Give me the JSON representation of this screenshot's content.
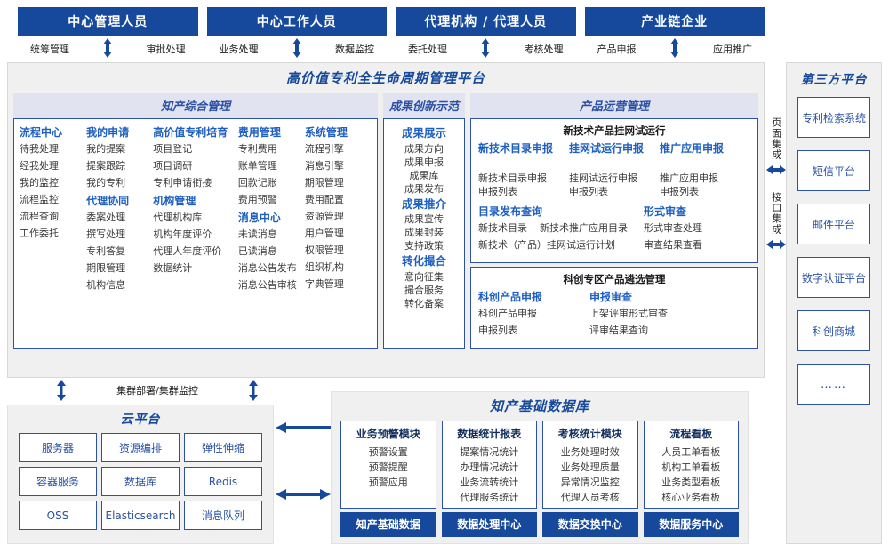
{
  "roles": [
    {
      "title": "中心管理人员",
      "left": "统筹管理",
      "right": "审批处理"
    },
    {
      "title": "中心工作人员",
      "left": "业务处理",
      "right": "数据监控"
    },
    {
      "title": "代理机构 / 代理人员",
      "left": "委托处理",
      "right": "考核处理"
    },
    {
      "title": "产业链企业",
      "left": "产品申报",
      "right": "应用推广"
    }
  ],
  "platform": {
    "title": "高价值专利全生命周期管理平台",
    "sections": {
      "zhichan": {
        "header": "知产综合管理",
        "columns": [
          {
            "groups": [
              {
                "title": "流程中心",
                "items": [
                  "待我处理",
                  "经我处理",
                  "我的监控",
                  "流程监控",
                  "流程查询",
                  "工作委托"
                ]
              }
            ]
          },
          {
            "groups": [
              {
                "title": "我的申请",
                "items": [
                  "我的提案",
                  "提案跟踪",
                  "我的专利"
                ]
              },
              {
                "title": "代理协同",
                "items": [
                  "委案处理",
                  "撰写处理",
                  "专利答复",
                  "期限管理",
                  "机构信息"
                ]
              }
            ]
          },
          {
            "groups": [
              {
                "title": "高价值专利培育",
                "items": [
                  "项目登记",
                  "项目调研",
                  "专利申请衔接"
                ]
              },
              {
                "title": "机构管理",
                "items": [
                  "代理机构库",
                  "机构年度评价",
                  "代理人年度评价",
                  "数据统计"
                ]
              }
            ]
          },
          {
            "groups": [
              {
                "title": "费用管理",
                "items": [
                  "专利费用",
                  "账单管理",
                  "回款记账",
                  "费用预警"
                ]
              },
              {
                "title": "消息中心",
                "items": [
                  "未读消息",
                  "已读消息",
                  "消息公告发布",
                  "消息公告审核"
                ]
              }
            ]
          },
          {
            "groups": [
              {
                "title": "系统管理",
                "items": [
                  "流程引擎",
                  "消息引擎",
                  "期限管理",
                  "费用配置",
                  "资源管理",
                  "用户管理",
                  "权限管理",
                  "组织机构",
                  "字典管理"
                ]
              }
            ]
          }
        ]
      },
      "chengguo": {
        "header": "成果创新示范",
        "groups": [
          {
            "title": "成果展示",
            "items": [
              "成果方向",
              "成果申报",
              "成果库",
              "成果发布"
            ]
          },
          {
            "title": "成果推介",
            "items": [
              "成果宣传",
              "成果封装",
              "支持政策"
            ]
          },
          {
            "title": "转化撮合",
            "items": [
              "意向征集",
              "撮合服务",
              "转化备案"
            ]
          }
        ]
      },
      "chanpin": {
        "header": "产品运营管理",
        "box1": {
          "title": "新技术产品挂网试运行",
          "triple": [
            {
              "title": "新技术目录申报",
              "items": [
                "新技术目录申报",
                "申报列表"
              ]
            },
            {
              "title": "挂网试运行申报",
              "items": [
                "挂网试运行申报",
                "申报列表"
              ]
            },
            {
              "title": "推广应用申报",
              "items": [
                "推广应用申报",
                "申报列表"
              ]
            }
          ],
          "pair": {
            "left": {
              "title": "目录发布查询",
              "row1": [
                "新技术目录",
                "新技术推广应用目录"
              ],
              "row2": [
                "新技术（产品）挂网试运行计划"
              ]
            },
            "right": {
              "title": "形式审查",
              "items": [
                "形式审查处理",
                "审查结果查看"
              ]
            }
          }
        },
        "box2": {
          "title": "科创专区产品遴选管理",
          "duo": [
            {
              "title": "科创产品申报",
              "items": [
                "科创产品申报",
                "申报列表"
              ]
            },
            {
              "title": "申报审查",
              "items": [
                "上架评审形式审查",
                "评审结果查询"
              ]
            }
          ]
        }
      }
    }
  },
  "integration": {
    "page": "页面集成",
    "api": "接口集成"
  },
  "third_party": {
    "title": "第三方平台",
    "items": [
      "专利检索系统",
      "短信平台",
      "邮件平台",
      "数字认证平台",
      "科创商城",
      "……"
    ]
  },
  "cluster_label": "集群部署/集群监控",
  "cloud": {
    "title": "云平台",
    "items": [
      "服务器",
      "资源编排",
      "弹性伸缩",
      "容器服务",
      "数据库",
      "Redis",
      "OSS",
      "Elasticsearch",
      "消息队列"
    ]
  },
  "database": {
    "title": "知产基础数据库",
    "columns": [
      {
        "header": "业务预警模块",
        "items": [
          "预警设置",
          "预警提醒",
          "预警应用"
        ],
        "foot": "知产基础数据"
      },
      {
        "header": "数据统计报表",
        "items": [
          "提案情况统计",
          "办理情况统计",
          "业务流转统计",
          "代理服务统计"
        ],
        "foot": "数据处理中心"
      },
      {
        "header": "考核统计模块",
        "items": [
          "业务处理时效",
          "业务处理质量",
          "异常情况监控",
          "代理人员考核"
        ],
        "foot": "数据交换中心"
      },
      {
        "header": "流程看板",
        "items": [
          "人员工单看板",
          "机构工单看板",
          "业务类型看板",
          "核心业务看板"
        ],
        "foot": "数据服务中心"
      }
    ]
  },
  "colors": {
    "brand": "#16499b",
    "accent": "#2b52a6",
    "link": "#1f5fc0",
    "panel": "#f0f0f0",
    "headerband": "#e2e3f1"
  }
}
